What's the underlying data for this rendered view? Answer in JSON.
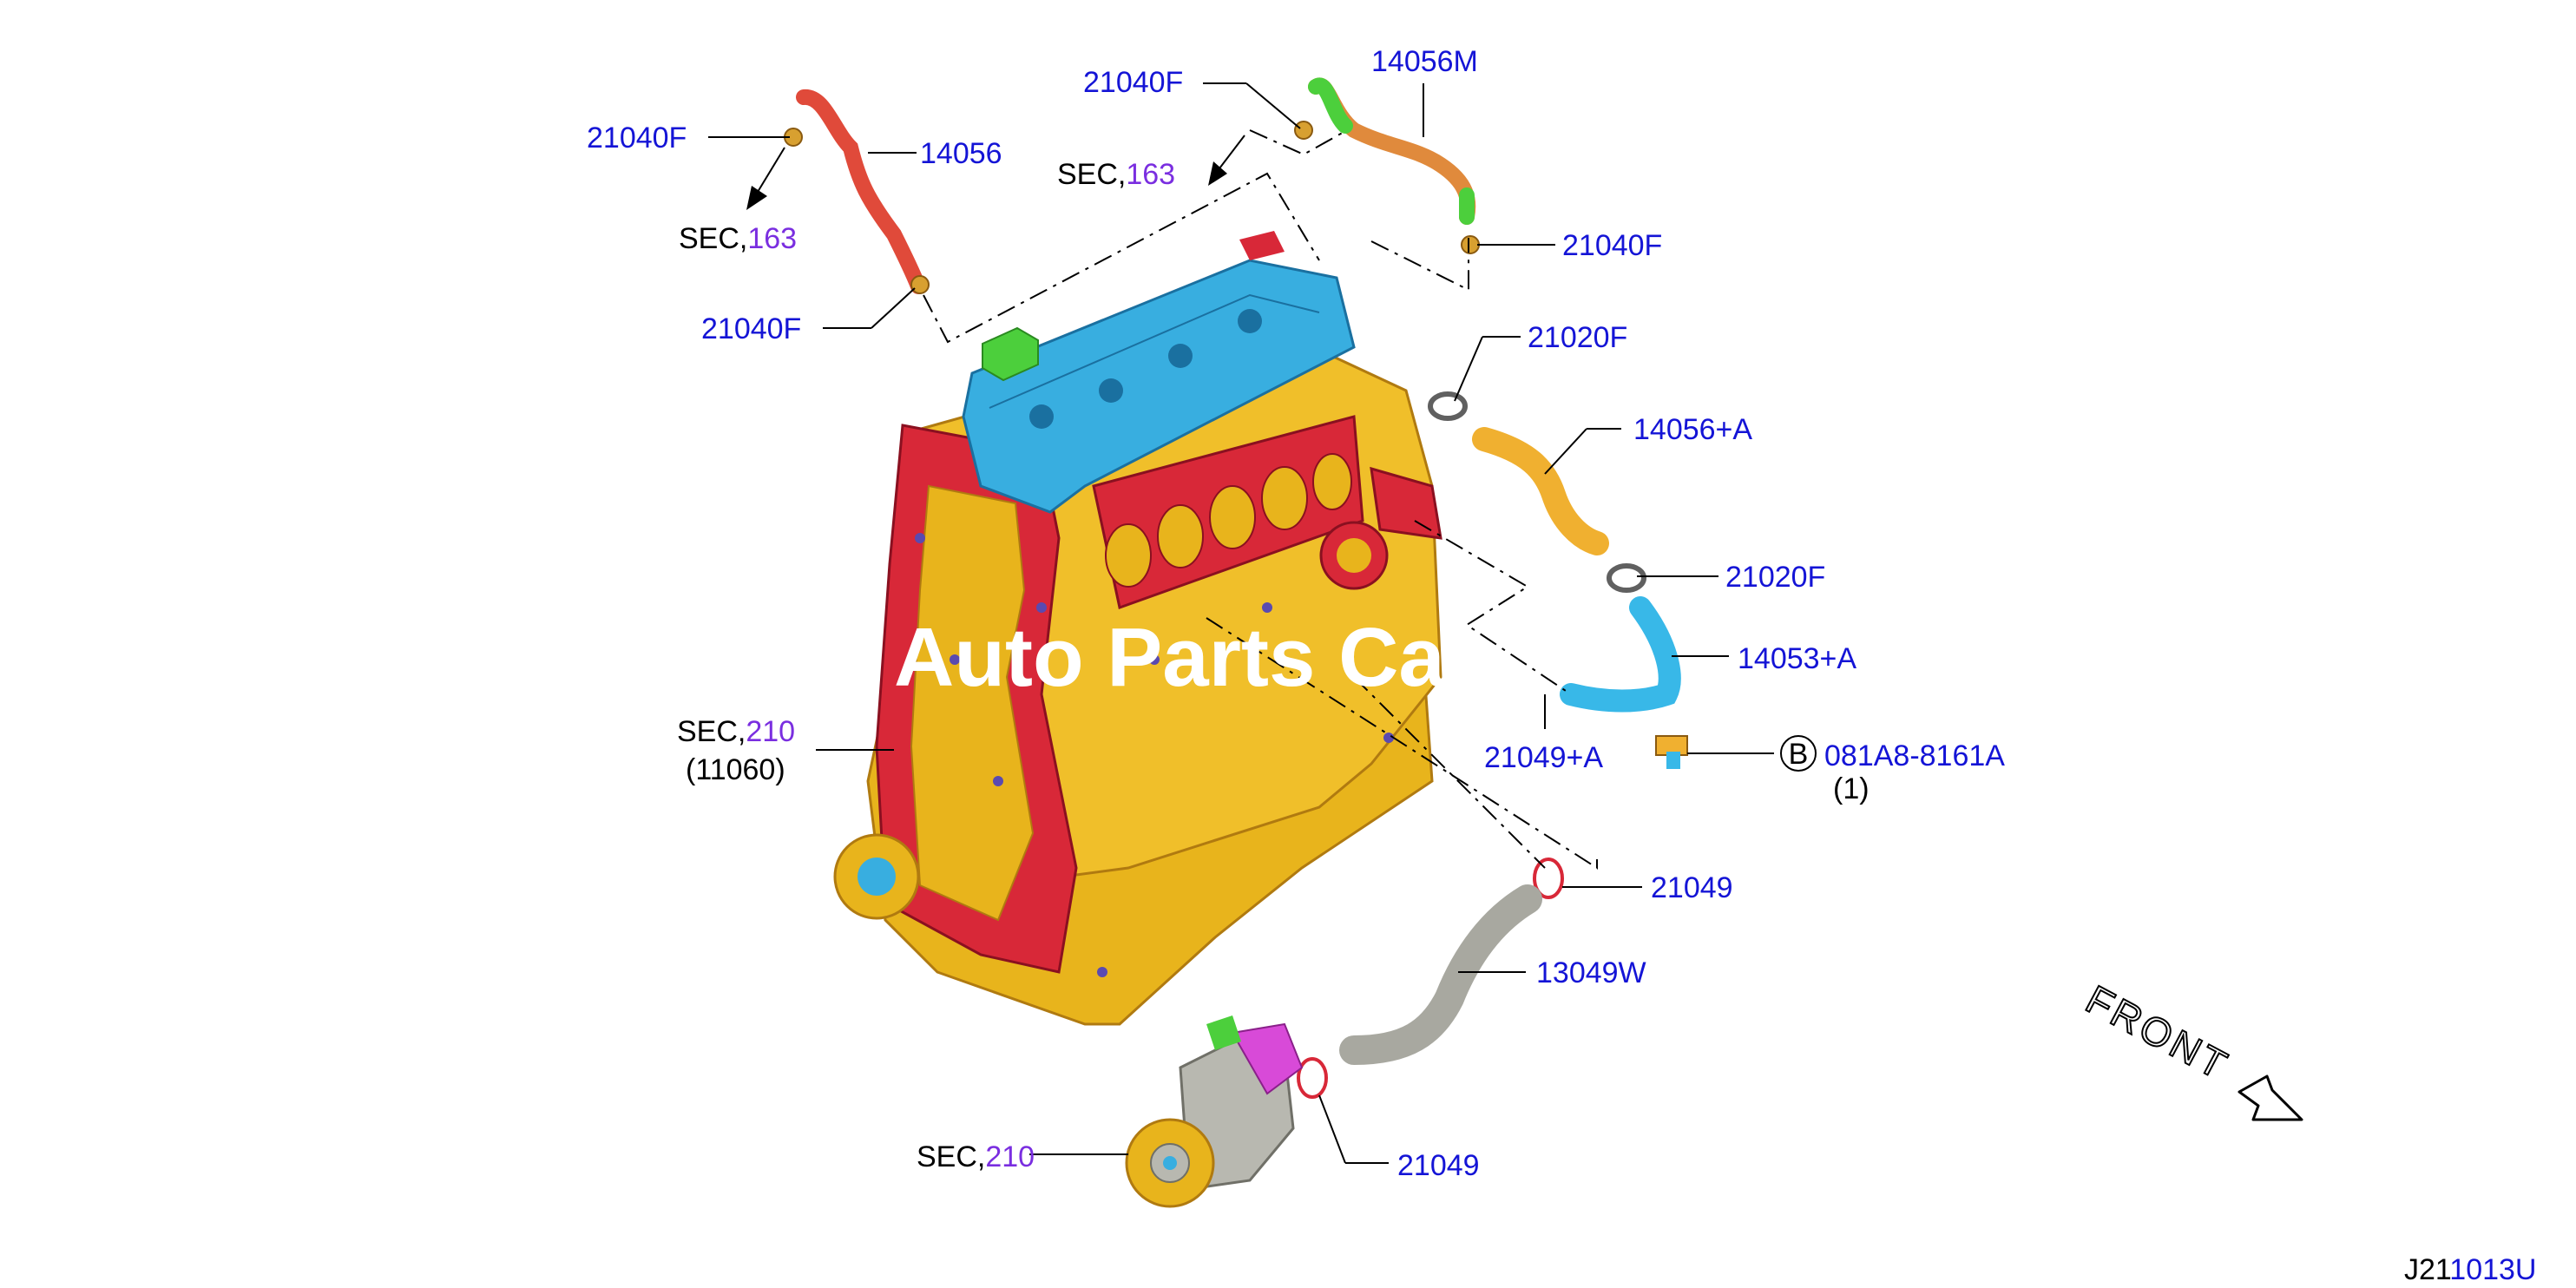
{
  "labels": {
    "l_21040F_a": "21040F",
    "l_14056": "14056",
    "l_sec163_a_pre": "SEC,",
    "l_sec163_a_num": "163",
    "l_21040F_b": "21040F",
    "l_21040F_c": "21040F",
    "l_14056M": "14056M",
    "l_sec163_b_pre": "SEC,",
    "l_sec163_b_num": "163",
    "l_21040F_d": "21040F",
    "l_21020F_a": "21020F",
    "l_14056A": "14056+A",
    "l_21020F_b": "21020F",
    "l_14053A": "14053+A",
    "l_21049A": "21049+A",
    "l_circle_b": "B",
    "l_081A8": "081A8-8161A",
    "l_qty": "(1)",
    "l_sec210_a_pre": "SEC,",
    "l_sec210_a_num": "210",
    "l_11060": "(11060)",
    "l_21049_a": "21049",
    "l_13049W": "13049W",
    "l_sec210_b_pre": "SEC,",
    "l_sec210_b_num": "210",
    "l_21049_b": "21049",
    "front": "FRONT",
    "watermark": "Auto Parts Ca",
    "code_black": "J21",
    "code_blue": "1013U"
  },
  "colors": {
    "part_label": "#1414d6",
    "section_ref": "#7a2ee0",
    "engine_block": "#e8b41c",
    "cylinder_head_cover": "#38aee0",
    "gaskets": "#d82838",
    "hose_red": "#e04a3a",
    "hose_orange": "#e08a3c",
    "hose_green": "#4ccf3c",
    "pipe_blue": "#38b8e8",
    "water_pump_magenta": "#d84ad8"
  }
}
